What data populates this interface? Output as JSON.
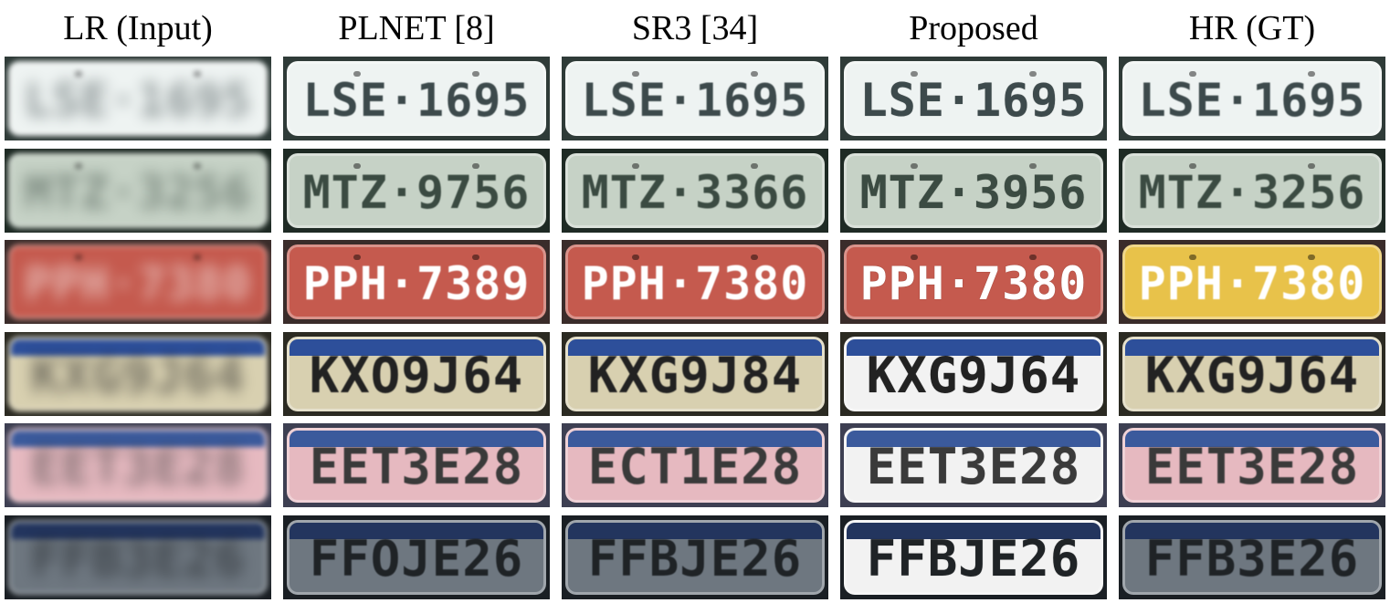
{
  "columns": [
    "LR (Input)",
    "PLNET [8]",
    "SR3 [34]",
    "Proposed",
    "HR (GT)"
  ],
  "rows": [
    {
      "plate_style": "white-old",
      "cells": [
        "LSE·1695",
        "LSE·1695",
        "LSE·1695",
        "LSE·1695",
        "LSE·1695"
      ],
      "colors": {
        "bg": "#eef3f2",
        "fg": "#3d4a4c",
        "frame": "#2f3b38"
      }
    },
    {
      "plate_style": "grey-old",
      "cells": [
        "MTZ·3256",
        "MTZ·9756",
        "MTZ·3366",
        "MTZ·3956",
        "MTZ·3256"
      ],
      "colors": {
        "bg": "#c6d2c6",
        "fg": "#3b4b42",
        "frame": "#1e2a24"
      }
    },
    {
      "plate_style": "red-old",
      "cells": [
        "PPH·7380",
        "PPH·7389",
        "PPH·7380",
        "PPH·7380",
        "PPH·7380"
      ],
      "colors": {
        "bg": "#c55a4e",
        "fg": "#ffffff",
        "frame": "#3a2c2a",
        "gt_bg": "#e8c24a"
      }
    },
    {
      "plate_style": "mercosul",
      "cells": [
        "KXG9J64",
        "KXO9J64",
        "KXG9J84",
        "KXG9J64",
        "KXG9J64"
      ],
      "colors": {
        "bg": "#d8d0b0",
        "fg": "#222222",
        "band": "#2d4f9a",
        "frame": "#2b2a22"
      }
    },
    {
      "plate_style": "mercosul",
      "cells": [
        "EET3E28",
        "EET3E28",
        "ECT1E28",
        "EET3E28",
        "EET3E28"
      ],
      "colors": {
        "bg": "#e6b9c0",
        "fg": "#3a3a3a",
        "band": "#3b5a9c",
        "frame": "#3d3f52"
      }
    },
    {
      "plate_style": "mercosul-dark",
      "cells": [
        "FFB3E26",
        "FFOJE26",
        "FFBJE26",
        "FFBJE26",
        "FFB3E26"
      ],
      "colors": {
        "bg": "#6e7780",
        "fg": "#1f2326",
        "band": "#23355e",
        "frame": "#1a1f24"
      }
    }
  ]
}
